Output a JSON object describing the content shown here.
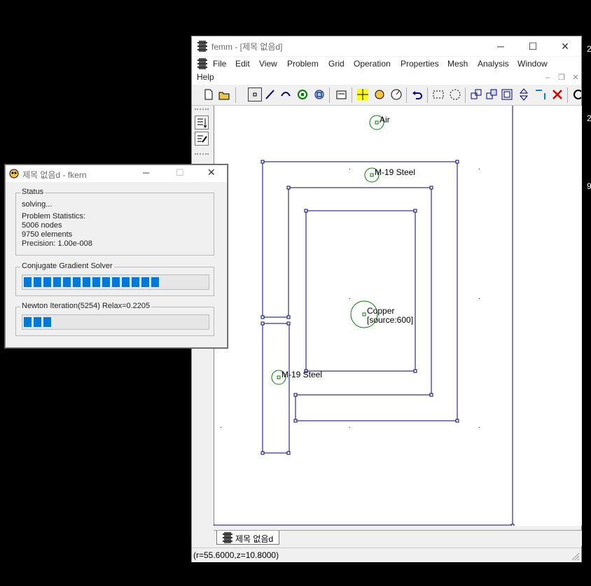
{
  "main_window": {
    "title": "femm - [제목 없음d]",
    "menu": [
      "File",
      "Edit",
      "View",
      "Problem",
      "Grid",
      "Operation",
      "Properties",
      "Mesh",
      "Analysis",
      "Window",
      "Help"
    ],
    "doc_tab": "제목 없음d",
    "status": "(r=55.6000,z=10.8000)",
    "canvas_labels": {
      "air": "Air",
      "steel_top": "M-19 Steel",
      "steel_left": "M-19 Steel",
      "copper": "Copper",
      "copper_source": "[source:600]"
    }
  },
  "dialog": {
    "title": "제목 없음d - fkern",
    "status_group": "Status",
    "status_text": "solving...",
    "stats_header": "Problem Statistics:",
    "nodes": "5006 nodes",
    "elements": "9750 elements",
    "precision": "Precision: 1.00e-008",
    "cg_group": "Conjugate Gradient Solver",
    "cg_progress": 0.76,
    "newton_group": "Newton Iteration(5254) Relax=0.2205",
    "newton_progress": 0.16
  },
  "edge_text": [
    "2",
    "2",
    "9"
  ],
  "colors": {
    "accent": "#0078d7",
    "geometry": "#000080",
    "block_label": "#008000"
  }
}
